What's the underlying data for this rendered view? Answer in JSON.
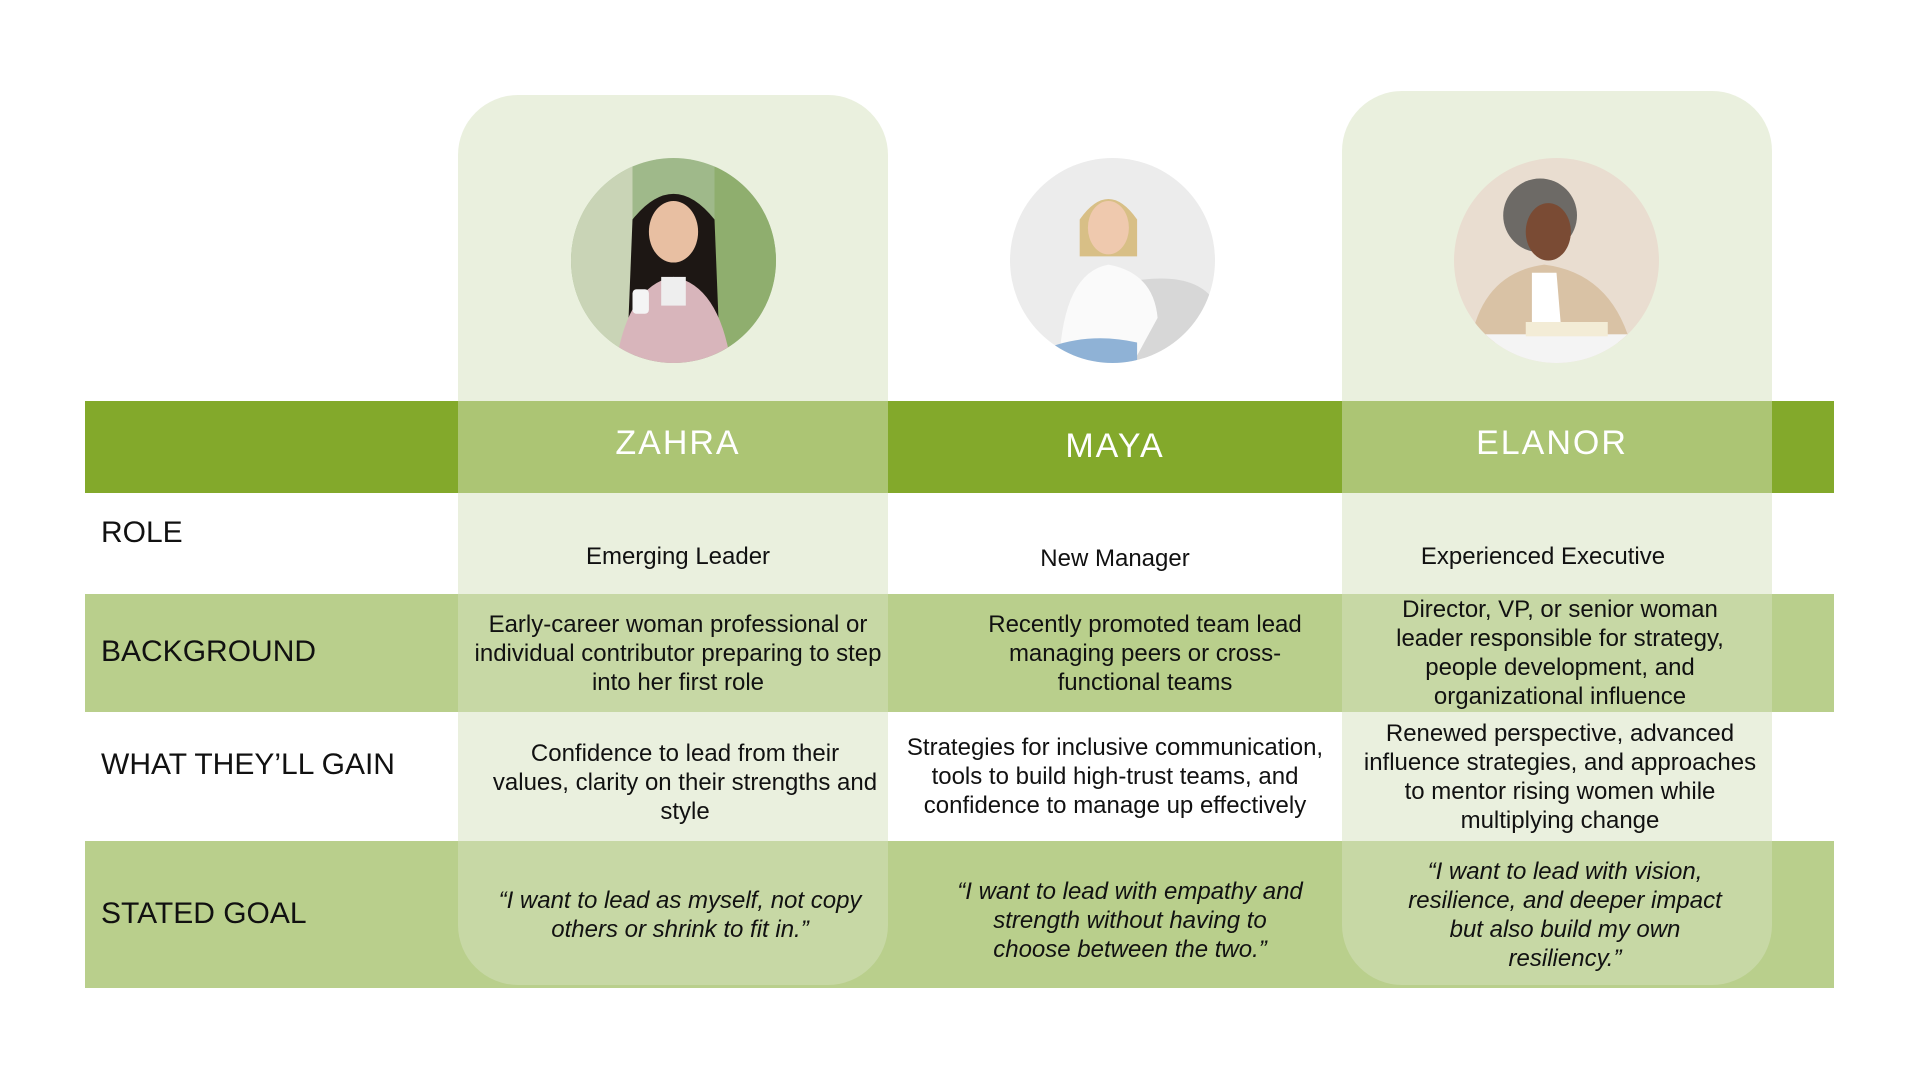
{
  "colors": {
    "header_band": "#83a92b",
    "row_band": "#b9cf8c",
    "card_fill": "#ebefe0",
    "name_text": "#ffffff",
    "body_text": "#111111"
  },
  "row_labels": {
    "role": "ROLE",
    "background": "BACKGROUND",
    "gain": "WHAT THEY’LL GAIN",
    "goal": "STATED GOAL"
  },
  "personas": [
    {
      "name": "ZAHRA",
      "photo": "portrait-young-woman-holding-coffee",
      "role": "Emerging Leader",
      "background": "Early-career woman professional or individual contributor preparing to step into her first role",
      "gain": "Confidence to lead from their values, clarity on their strengths and style",
      "goal": "“I want to lead as myself, not copy others or shrink to fit in.”"
    },
    {
      "name": "MAYA",
      "photo": "portrait-woman-on-sofa",
      "role": "New Manager",
      "background": "Recently promoted team lead managing peers or cross-functional teams",
      "gain": "Strategies for inclusive communication, tools to build high-trust teams, and confidence to manage up effectively",
      "goal": "“I want to lead with empathy and strength without having to choose between the two.”"
    },
    {
      "name": "ELANOR",
      "photo": "portrait-older-woman-writing",
      "role": "Experienced Executive",
      "background": "Director, VP, or senior woman leader responsible for strategy, people development, and organizational influence",
      "gain": "Renewed perspective, advanced influence strategies, and approaches to mentor rising women while multiplying change",
      "goal": "“I want to lead with vision, resilience, and deeper impact but also build my own resiliency.”"
    }
  ]
}
